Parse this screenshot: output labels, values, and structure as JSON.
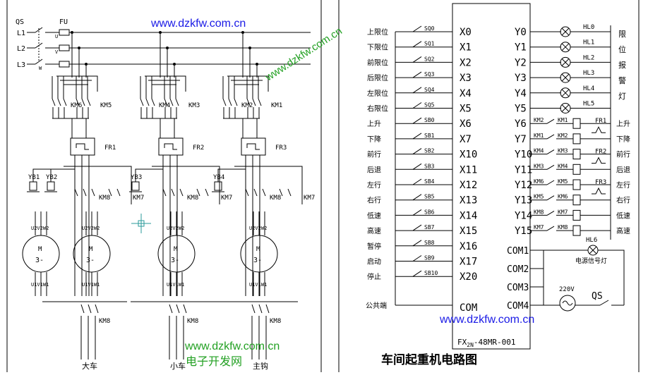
{
  "title": "车间起重机电路图",
  "watermarks": {
    "top": "www.dzkfw.com.cn",
    "diagonal": "www.dzkfw.com.cn",
    "right_bottom": "www.dzkfw.com.cn",
    "left_bottom": "www.dzkfw.com.cn",
    "left_bottom_cn": "电子开发网"
  },
  "power": {
    "qs": "QS",
    "fu": "FU",
    "lines": [
      "L1",
      "L2",
      "L3"
    ],
    "phases": [
      "U",
      "V",
      "W"
    ]
  },
  "motor_groups": [
    {
      "km_left": "KM6",
      "km_right": "KM5",
      "fr": "FR1",
      "brakes": [
        "YB1",
        "YB2"
      ],
      "km_mid": "KM8",
      "km_side": "KM7",
      "label": "大车"
    },
    {
      "km_left": "KM4",
      "km_right": "KM3",
      "fr": "FR2",
      "brakes": [
        "YB3"
      ],
      "km_mid": "KM8",
      "km_side": "KM7",
      "label": "小车"
    },
    {
      "km_left": "KM2",
      "km_right": "KM1",
      "fr": "FR3",
      "brakes": [
        "YB4"
      ],
      "km_mid": "KM8",
      "km_side": "KM7",
      "label": "主钩"
    }
  ],
  "motor": {
    "name": "M",
    "phase": "3-",
    "top_terms": "U2V2W2",
    "bottom_terms": "U1V1W1",
    "bottom_km": "KM8"
  },
  "plc": {
    "model_prefix": "FX",
    "model_sub": "2N",
    "model_suffix": "-48MR-001",
    "inputs": [
      "X0",
      "X1",
      "X2",
      "X3",
      "X4",
      "X5",
      "X6",
      "X7",
      "X10",
      "X11",
      "X12",
      "X13",
      "X14",
      "X15",
      "X16",
      "X17",
      "X20"
    ],
    "outputs": [
      "Y0",
      "Y1",
      "Y2",
      "Y3",
      "Y4",
      "Y5",
      "Y6",
      "Y7",
      "Y10",
      "Y11",
      "Y12",
      "Y13",
      "Y14",
      "Y15"
    ],
    "out_coms": [
      "COM1",
      "COM2",
      "COM3",
      "COM4"
    ],
    "in_com": "COM"
  },
  "input_labels": [
    "上限位",
    "下限位",
    "前限位",
    "后限位",
    "左限位",
    "右限位",
    "上升",
    "下降",
    "前行",
    "后退",
    "左行",
    "右行",
    "低速",
    "高速",
    "暂停",
    "启动",
    "停止"
  ],
  "input_switches": [
    "SQ0",
    "SQ1",
    "SQ2",
    "SQ3",
    "SQ4",
    "SQ5",
    "SB0",
    "SB1",
    "SB2",
    "SB3",
    "SB4",
    "SB5",
    "SB6",
    "SB7",
    "SB8",
    "SB9",
    "SB10"
  ],
  "common_label": "公共端",
  "lamps": [
    "HL0",
    "HL1",
    "HL2",
    "HL3",
    "HL4",
    "HL5"
  ],
  "limit_alarm_lamp_label": [
    "限",
    "位",
    "报",
    "警",
    "灯"
  ],
  "coil_rows": [
    {
      "interlock": "KM2",
      "coil": "KM1",
      "func": "上升"
    },
    {
      "interlock": "KM1",
      "coil": "KM2",
      "func": "下降"
    },
    {
      "interlock": "KM4",
      "coil": "KM3",
      "func": "前行"
    },
    {
      "interlock": "KM3",
      "coil": "KM4",
      "func": "后退"
    },
    {
      "interlock": "KM6",
      "coil": "KM5",
      "func": "左行"
    },
    {
      "interlock": "KM5",
      "coil": "KM6",
      "func": "右行"
    },
    {
      "interlock": "KM8",
      "coil": "KM7",
      "func": "低速"
    },
    {
      "interlock": "KM7",
      "coil": "KM8",
      "func": "高速"
    }
  ],
  "frs": [
    "FR1",
    "FR2",
    "FR3"
  ],
  "hl6": "HL6",
  "hl6_label": "电源信号灯",
  "supply": "220V",
  "qs2": "QS"
}
